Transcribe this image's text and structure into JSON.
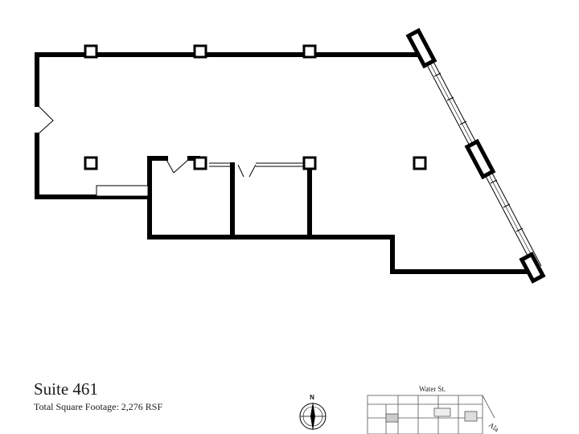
{
  "suite": {
    "name": "Suite 461",
    "footage_label": "Total Square Footage: 2,276 RSF"
  },
  "compass": {
    "north_label": "N"
  },
  "key_plan": {
    "top_street": "Water St.",
    "side_street": "Ala"
  }
}
